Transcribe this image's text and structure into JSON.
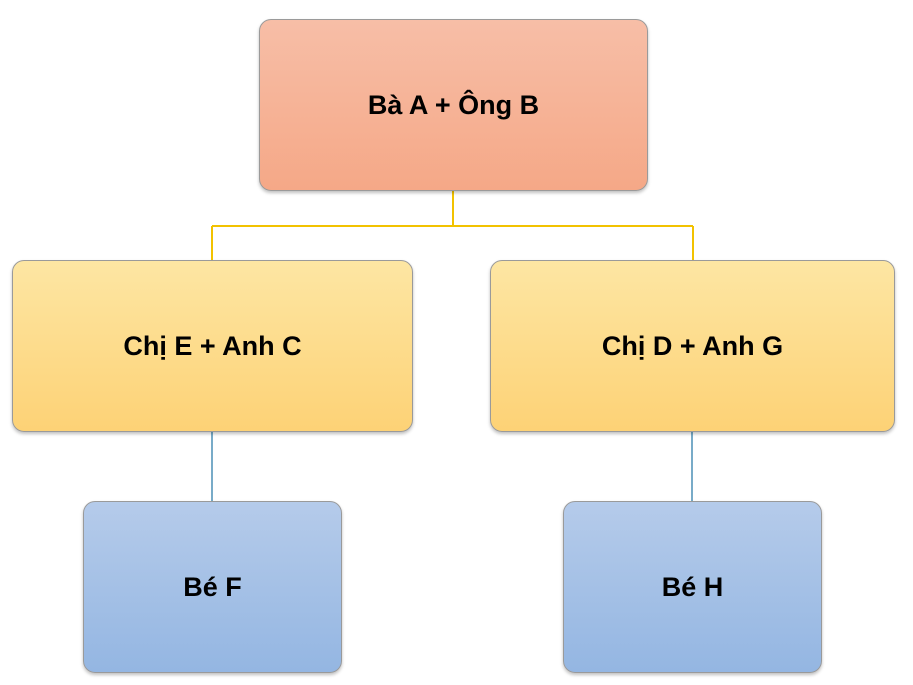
{
  "diagram": {
    "root": {
      "label": "Bà A + Ông B"
    },
    "children": [
      {
        "label": "Chị E + Anh C",
        "child": {
          "label": "Bé F"
        }
      },
      {
        "label": "Chị D + Anh G",
        "child": {
          "label": "Bé H"
        }
      }
    ]
  },
  "colors": {
    "root_fill": "#f5a887",
    "middle_fill": "#fdd276",
    "leaf_fill": "#94b6e2",
    "upper_connector": "#f2c200",
    "lower_connector": "#4a8fb5"
  }
}
